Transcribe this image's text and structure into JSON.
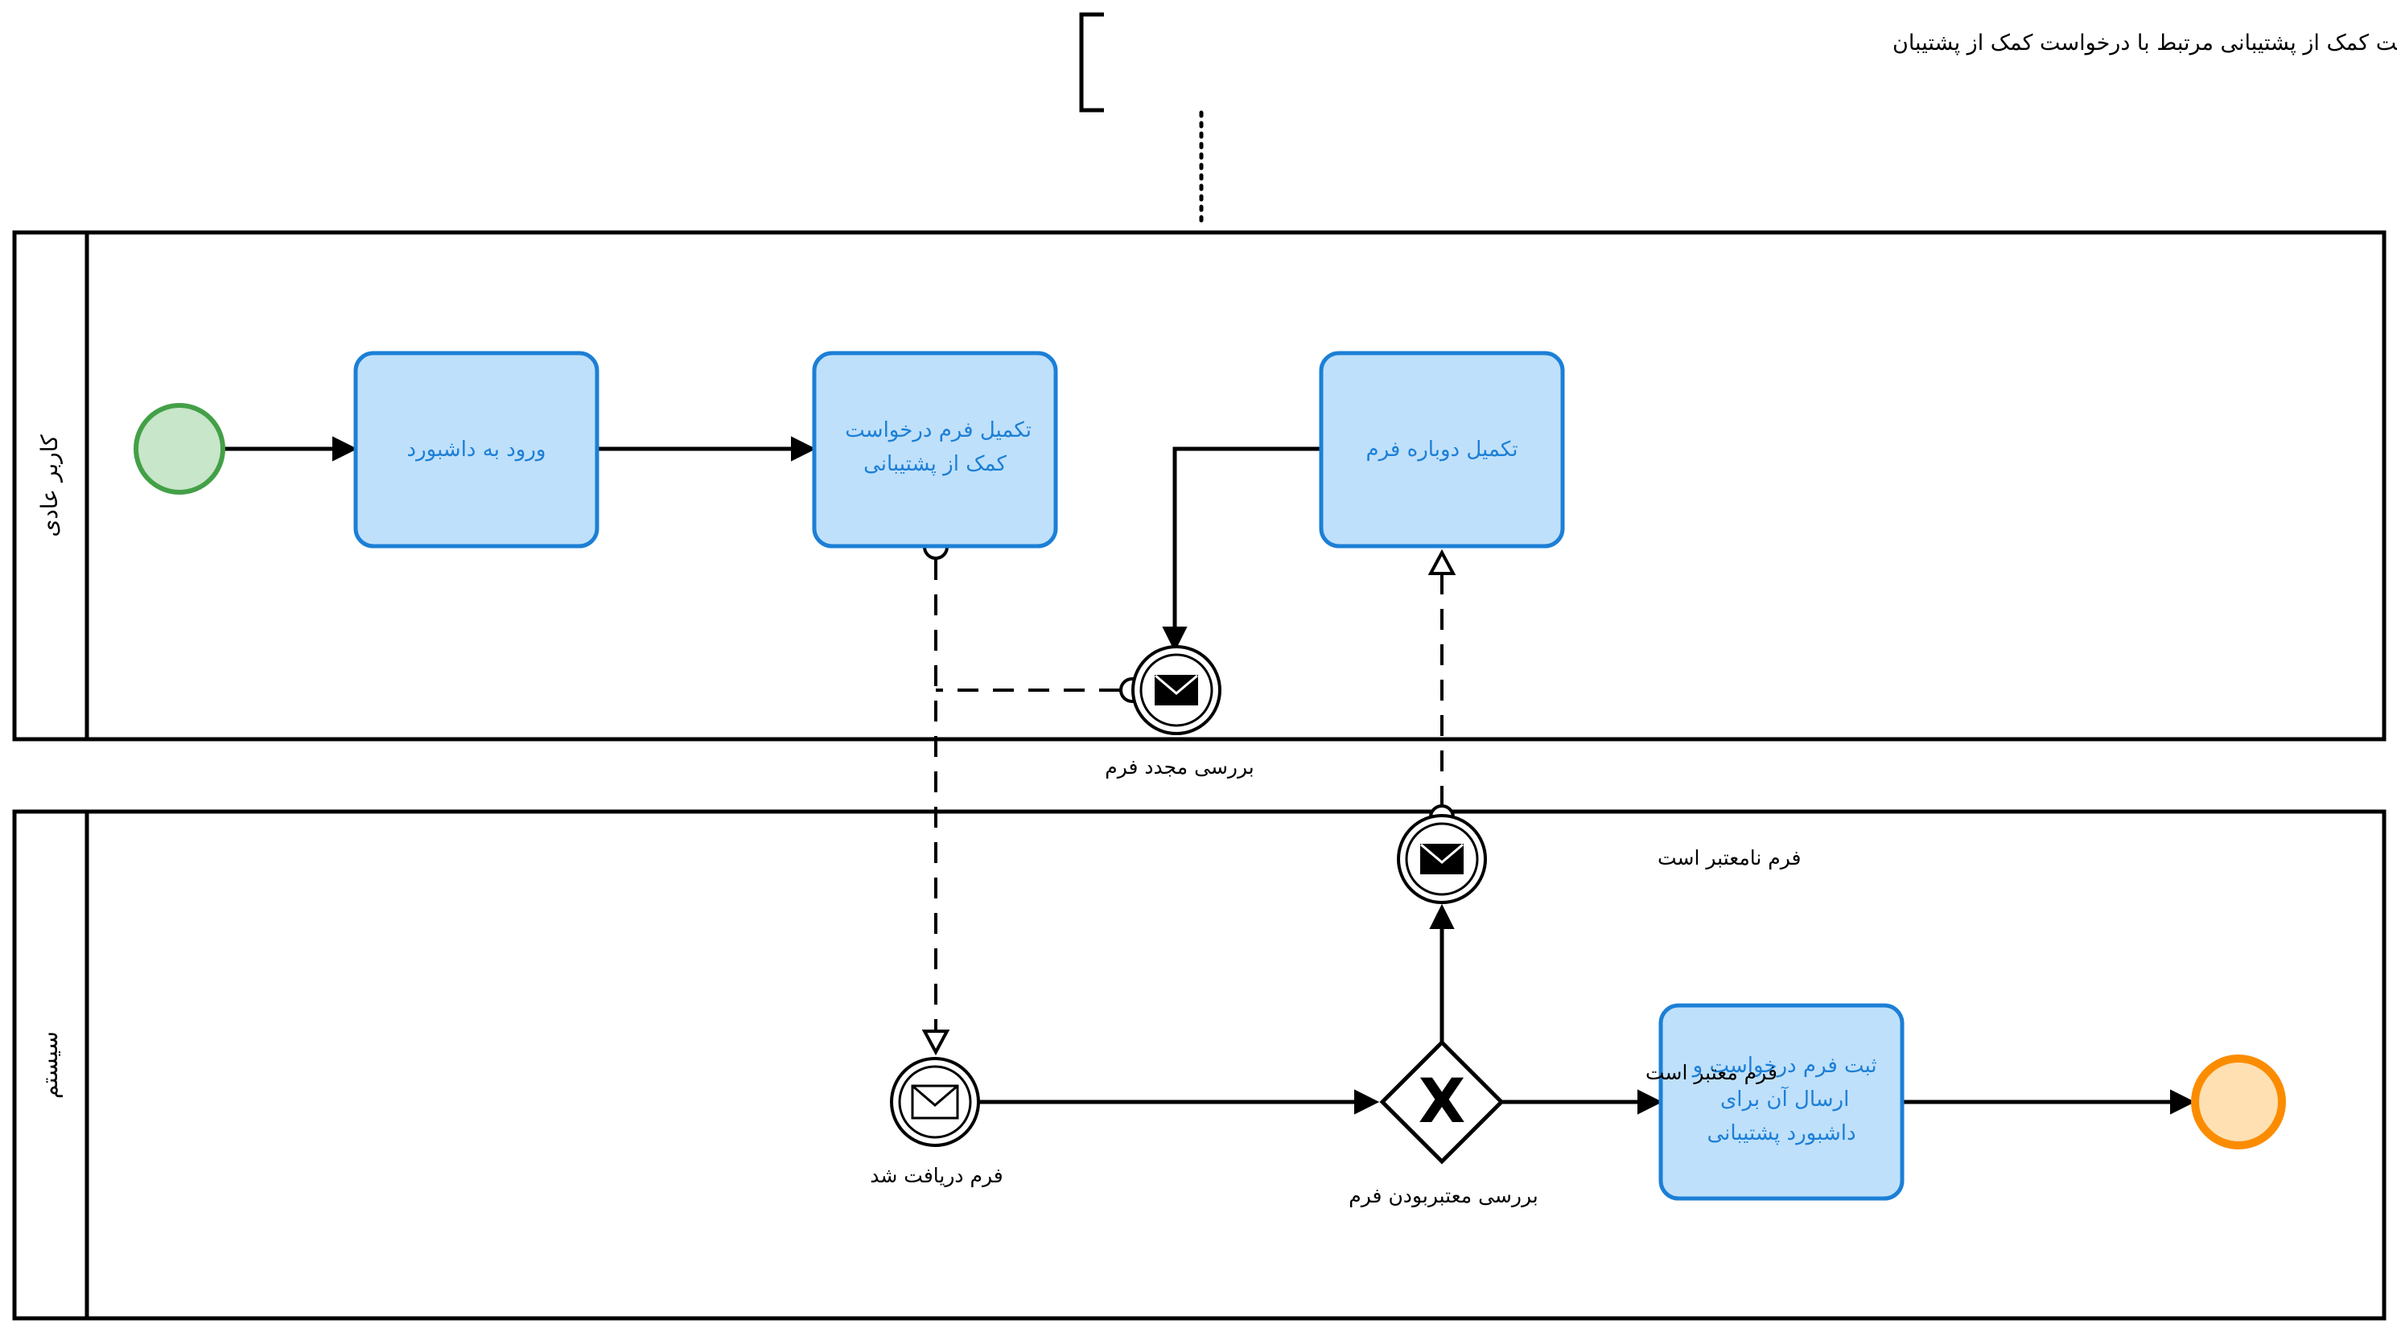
{
  "annotation": {
    "text": "نمودار بی پی ام ان درخواست کمک از پشتیبانی مرتبط با درخواست کمک از پشتیبان"
  },
  "lanes": [
    {
      "id": "user",
      "label": "کاربر عادی"
    },
    {
      "id": "system",
      "label": "سیستم"
    }
  ],
  "tasks": {
    "login": {
      "lines": [
        "ورود به داشبورد"
      ]
    },
    "fill_form": {
      "lines": [
        "تکمیل فرم درخواست",
        "کمک از پشتیبانی"
      ]
    },
    "refill_form": {
      "lines": [
        "تکمیل دوباره فرم"
      ]
    },
    "register_form": {
      "lines": [
        "ثبت فرم درخواست و",
        "ارسال آن برای",
        "داشبورد پشتیبانی"
      ]
    }
  },
  "events": {
    "review_again": {
      "label": "بررسی مجدد فرم"
    },
    "form_received": {
      "label": "فرم دریافت شد"
    },
    "form_invalid": {
      "label": "فرم نامعتبر است"
    }
  },
  "gateway": {
    "label": "بررسی معتبربودن فرم",
    "marker": "X"
  },
  "flows": {
    "valid": {
      "label": "فرم معتبر است"
    }
  },
  "colors": {
    "task_fill": "#bfe0fa",
    "task_stroke": "#1c7fd6",
    "task_text": "#1c7fd6",
    "start_fill": "#c8e6c9",
    "start_stroke": "#43a047",
    "end_fill": "#ffe0b2",
    "end_stroke": "#fb8c00",
    "line": "#000000"
  },
  "icons": {
    "message": "envelope-icon",
    "gateway": "exclusive-x-icon"
  }
}
